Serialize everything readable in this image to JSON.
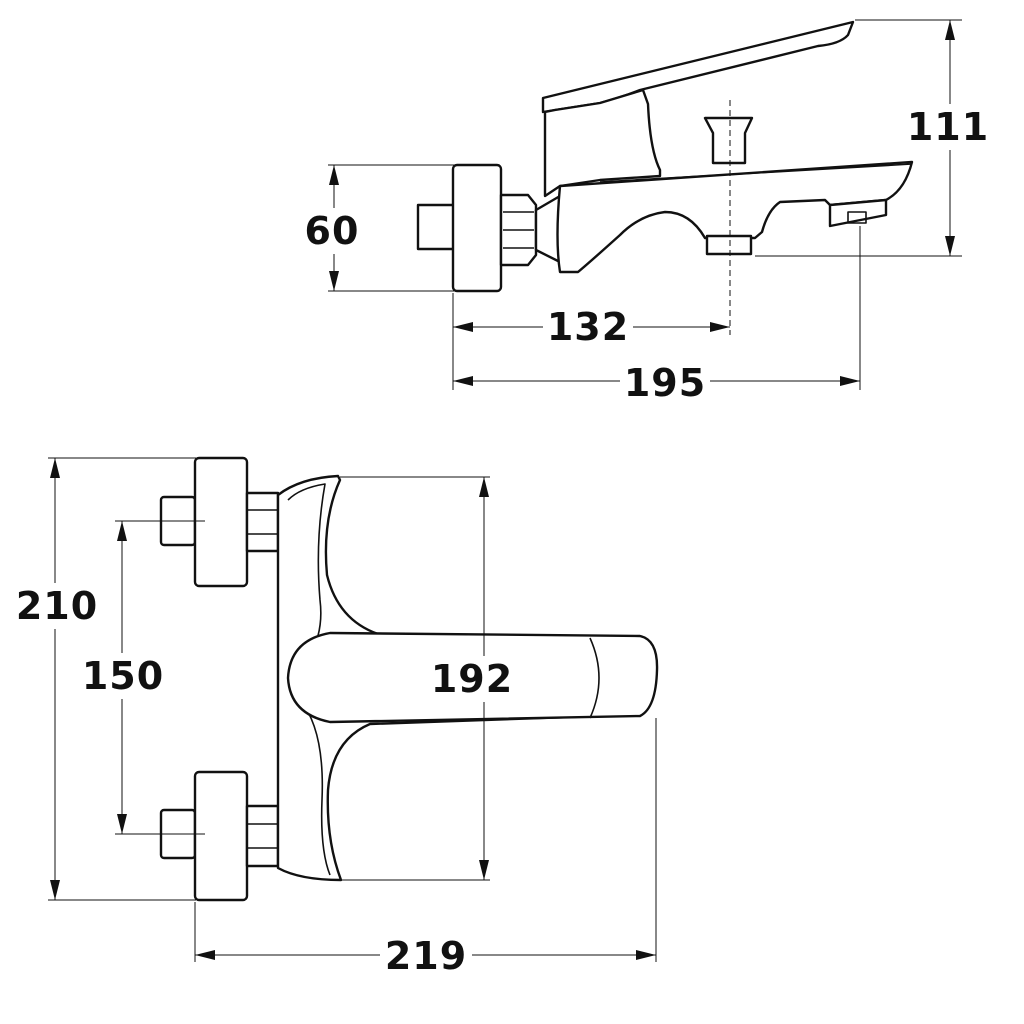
{
  "dimensions": {
    "side_height": "111",
    "side_connection": "60",
    "side_outlet_center": "132",
    "side_spout_reach": "195",
    "front_total_height": "210",
    "front_connection_spacing": "150",
    "front_body_height": "192",
    "front_total_width": "219"
  },
  "colors": {
    "line": "#111111",
    "background": "#ffffff"
  }
}
